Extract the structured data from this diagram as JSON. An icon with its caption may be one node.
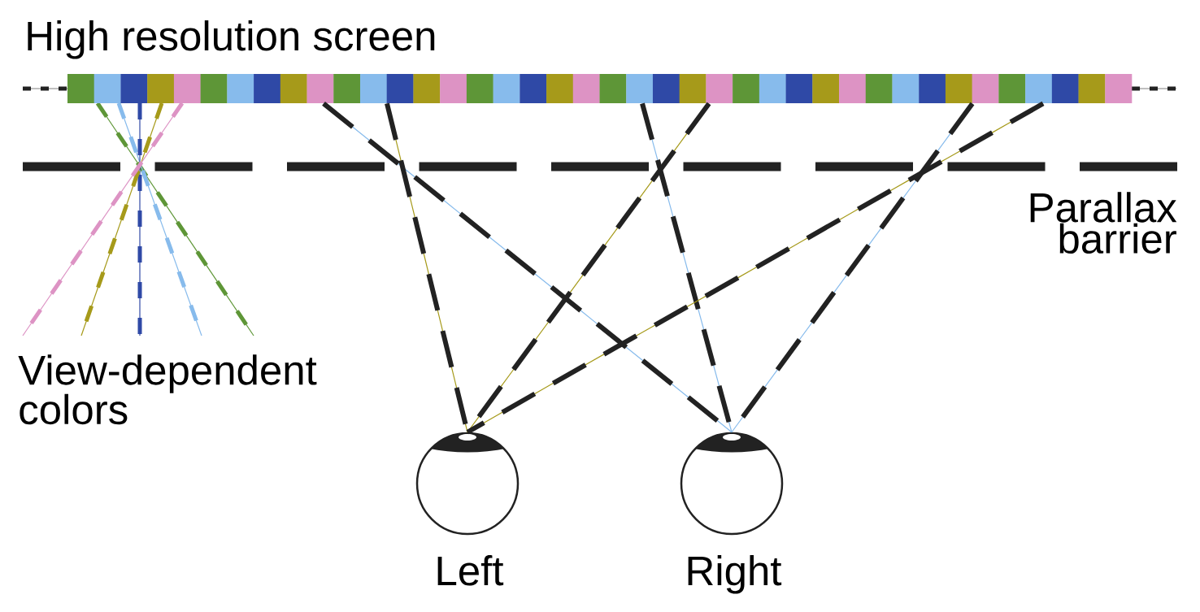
{
  "diagram": {
    "nodes": [
      {
        "text": [
          "High resolution screen"
        ]
      },
      {
        "text": [
          "Left"
        ]
      },
      {
        "text": [
          "Right"
        ]
      }
    ],
    "edges": [
      {
        "from": 0,
        "to": 2,
        "arrow": "none",
        "style": "dashed",
        "color": "#87bbec"
      },
      {
        "from": 0,
        "to": 1,
        "arrow": "none",
        "style": "dashed",
        "color": "#a69a1a"
      },
      {
        "from": 0,
        "to": 2,
        "arrow": "none",
        "style": "dashed",
        "color": "#87bbec"
      },
      {
        "from": 0,
        "to": 1,
        "arrow": "none",
        "style": "dashed",
        "color": "#a69a1a"
      },
      {
        "from": 0,
        "to": 2,
        "arrow": "none",
        "style": "dashed",
        "color": "#87bbec"
      },
      {
        "from": 0,
        "to": 1,
        "arrow": "none",
        "style": "dashed",
        "color": "#a69a1a"
      }
    ],
    "labels": [
      "Parallax barrier",
      "View-dependent colors"
    ]
  }
}
